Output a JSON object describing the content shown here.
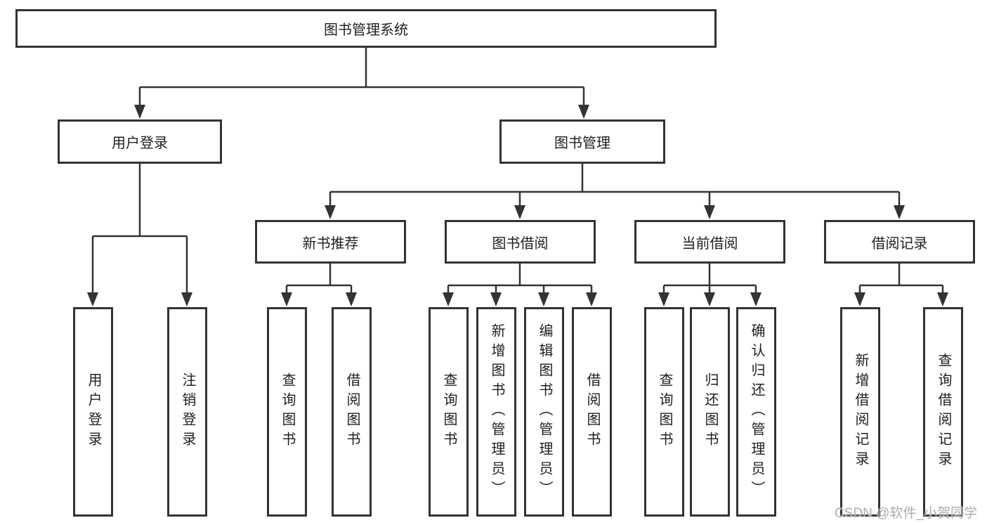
{
  "diagram": {
    "type": "hierarchy-tree",
    "line_color": "#333333",
    "text_color": "#1f1f1f",
    "background": "#ffffff"
  },
  "nodes": {
    "root": "图书管理系统",
    "user_login": "用户登录",
    "book_mgmt": "图书管理",
    "new_book_rec": "新书推荐",
    "book_borrow": "图书借阅",
    "current_borrow": "当前借阅",
    "borrow_record": "借阅记录",
    "leaf_user_login": "用户登录",
    "leaf_logout": "注销登录",
    "leaf_query_book_a": "查询图书",
    "leaf_borrow_book_a": "借阅图书",
    "leaf_query_book_b": "查询图书",
    "leaf_add_book": "新增图书（管理员）",
    "leaf_edit_book": "编辑图书（管理员）",
    "leaf_borrow_book_b": "借阅图书",
    "leaf_query_book_c": "查询图书",
    "leaf_return_book": "归还图书",
    "leaf_confirm_return": "确认归还（管理员）",
    "leaf_add_borrow_record": "新增借阅记录",
    "leaf_query_borrow_record": "查询借阅记录"
  },
  "tree": {
    "root": "图书管理系统",
    "children": [
      {
        "label": "用户登录",
        "children": [
          "用户登录",
          "注销登录"
        ]
      },
      {
        "label": "图书管理",
        "children": [
          {
            "label": "新书推荐",
            "children": [
              "查询图书",
              "借阅图书"
            ]
          },
          {
            "label": "图书借阅",
            "children": [
              "查询图书",
              "新增图书（管理员）",
              "编辑图书（管理员）",
              "借阅图书"
            ]
          },
          {
            "label": "当前借阅",
            "children": [
              "查询图书",
              "归还图书",
              "确认归还（管理员）"
            ]
          },
          {
            "label": "借阅记录",
            "children": [
              "新增借阅记录",
              "查询借阅记录"
            ]
          }
        ]
      }
    ]
  },
  "watermark": "CSDN @软件_小贺同学"
}
